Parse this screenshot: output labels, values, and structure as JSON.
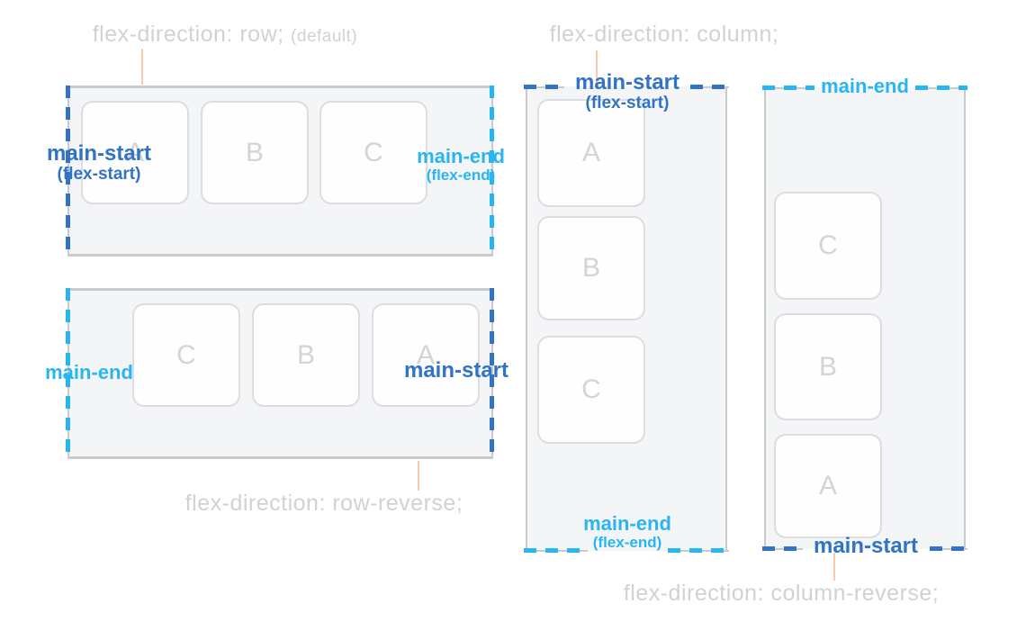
{
  "colors": {
    "main_start": "#3273c4",
    "main_end": "#29b5f2",
    "caption": "#d2d2d2",
    "connector": "#f8cbae",
    "container_bg": "#f4f5f7",
    "container_border": "#c9cacc",
    "item_bg": "#fefefe",
    "item_border": "#dcdde0",
    "item_letter": "#d3d4d6"
  },
  "diagrams": {
    "row": {
      "caption": "flex-direction: row;",
      "caption_suffix": "(default)",
      "items": [
        "A",
        "B",
        "C"
      ],
      "start_label": "main-start",
      "start_sublabel": "(flex-start)",
      "end_label": "main-end",
      "end_sublabel": "(flex-end)"
    },
    "row_reverse": {
      "caption": "flex-direction: row-reverse;",
      "items": [
        "C",
        "B",
        "A"
      ],
      "start_label": "main-start",
      "end_label": "main-end"
    },
    "column": {
      "caption": "flex-direction: column;",
      "items": [
        "A",
        "B",
        "C"
      ],
      "start_label": "main-start",
      "start_sublabel": "(flex-start)",
      "end_label": "main-end",
      "end_sublabel": "(flex-end)"
    },
    "column_reverse": {
      "caption": "flex-direction: column-reverse;",
      "items": [
        "C",
        "B",
        "A"
      ],
      "start_label": "main-start",
      "end_label": "main-end"
    }
  }
}
